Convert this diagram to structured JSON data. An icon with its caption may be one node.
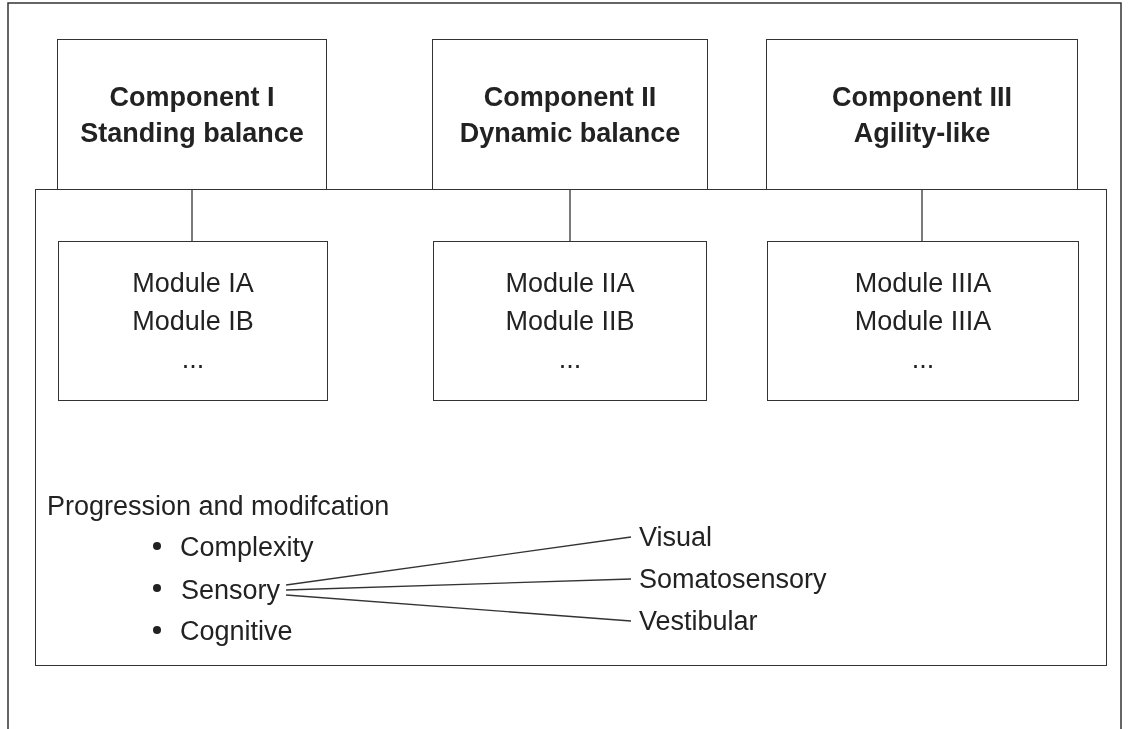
{
  "diagram": {
    "nodes": [
      {
        "text": [
          "Component I Standing balance"
        ]
      },
      {
        "text": [
          "Component II Dynamic balance"
        ]
      },
      {
        "text": [
          "Component III Agility-like"
        ]
      },
      {
        "text": [],
        "shape": "box"
      },
      {
        "text": [
          "Module IA",
          "Module IB",
          "..."
        ],
        "in": 3
      },
      {
        "text": [
          "Module IIA",
          "Module IIB",
          "..."
        ],
        "in": 3
      },
      {
        "text": [
          "Module IIIA",
          "Module IIIA",
          "..."
        ],
        "in": 3
      },
      {
        "text": [
          "Sensory"
        ],
        "in": 3
      },
      {
        "text": [
          "Visual"
        ],
        "in": 3
      },
      {
        "text": [
          "Somatosensory"
        ],
        "in": 3
      },
      {
        "text": [
          "Vestibular"
        ],
        "in": 3
      }
    ],
    "edges": [
      {
        "from": 0,
        "to": 4,
        "arrow": "none"
      },
      {
        "from": 1,
        "to": 5,
        "arrow": "none"
      },
      {
        "from": 2,
        "to": 6,
        "arrow": "none"
      },
      {
        "from": 7,
        "to": 8,
        "arrow": "none"
      },
      {
        "from": 7,
        "to": 9,
        "arrow": "none"
      },
      {
        "from": 7,
        "to": 10,
        "arrow": "none"
      }
    ],
    "labels": [
      "Progression and modifcation",
      "Complexity",
      "Cognitive"
    ]
  }
}
